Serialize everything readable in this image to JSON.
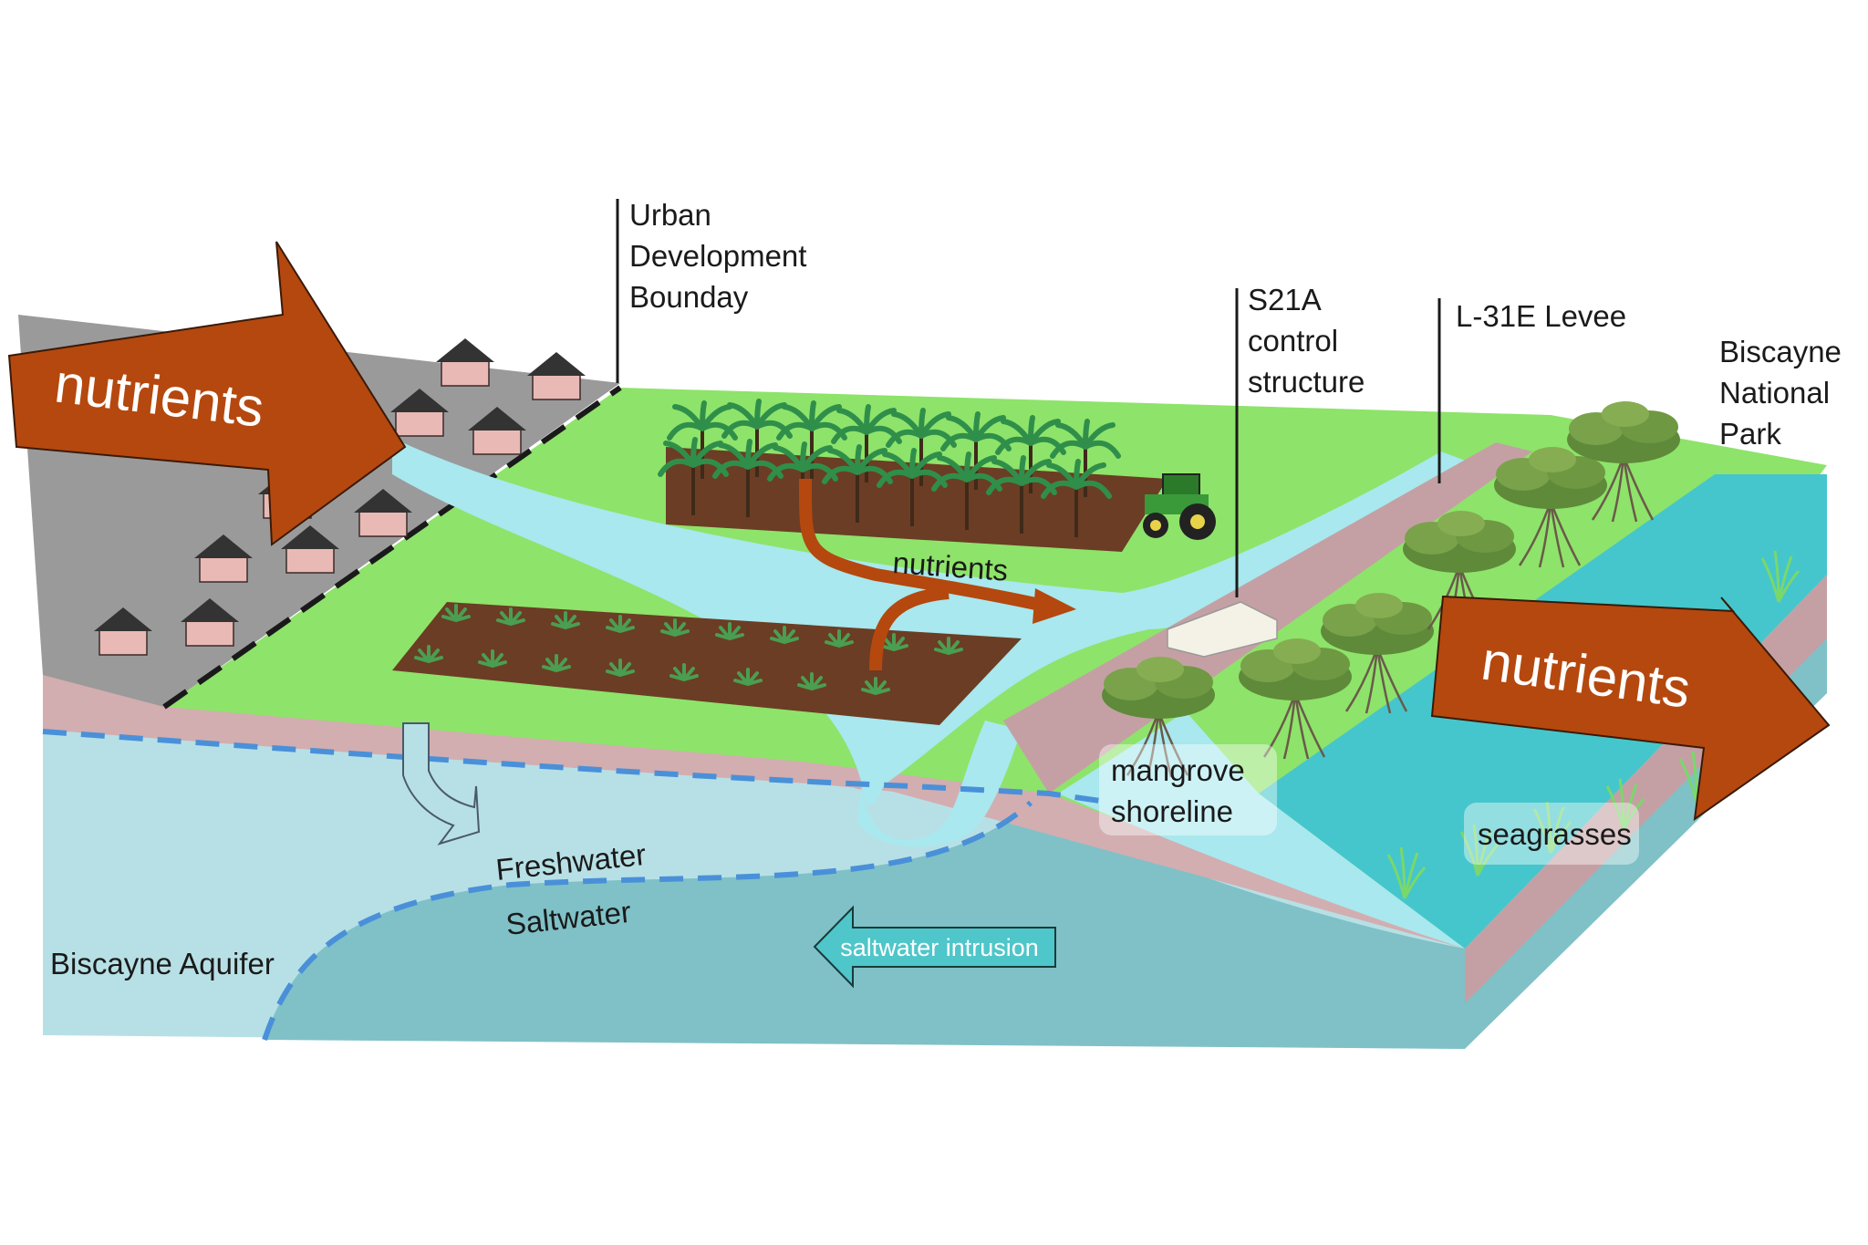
{
  "labels": {
    "urban_boundary": [
      "Urban",
      "Development",
      "Bounday"
    ],
    "s21a": [
      "S21A",
      "control",
      "structure"
    ],
    "levee": "L-31E Levee",
    "park": [
      "Biscayne",
      "National",
      "Park"
    ],
    "nutrients_left": "nutrients",
    "nutrients_mid": "nutrients",
    "nutrients_right": "nutrients",
    "mangrove": [
      "mangrove",
      "shoreline"
    ],
    "seagrasses": "seagrasses",
    "freshwater": "Freshwater",
    "saltwater": "Saltwater",
    "aquifer": "Biscayne Aquifer",
    "saltwater_intrusion": "saltwater intrusion"
  },
  "colors": {
    "nutrient_arrow": "#b5480e",
    "grass": "#8ee36a",
    "soil": "#d2aeb0",
    "freshwater_aquifer": "#b7e0e6",
    "saltwater_aquifer": "#7fc1c7",
    "canal": "#a8e8ee",
    "bay": "#45c6cc",
    "interface_line": "#4a90d9",
    "intrusion_arrow": "#4fc6c9",
    "farm_soil": "#6b3d24"
  },
  "icons": [
    "house-icon",
    "palm-tree-icon",
    "crop-plant-icon",
    "tractor-icon",
    "mangrove-tree-icon",
    "seagrass-icon"
  ]
}
